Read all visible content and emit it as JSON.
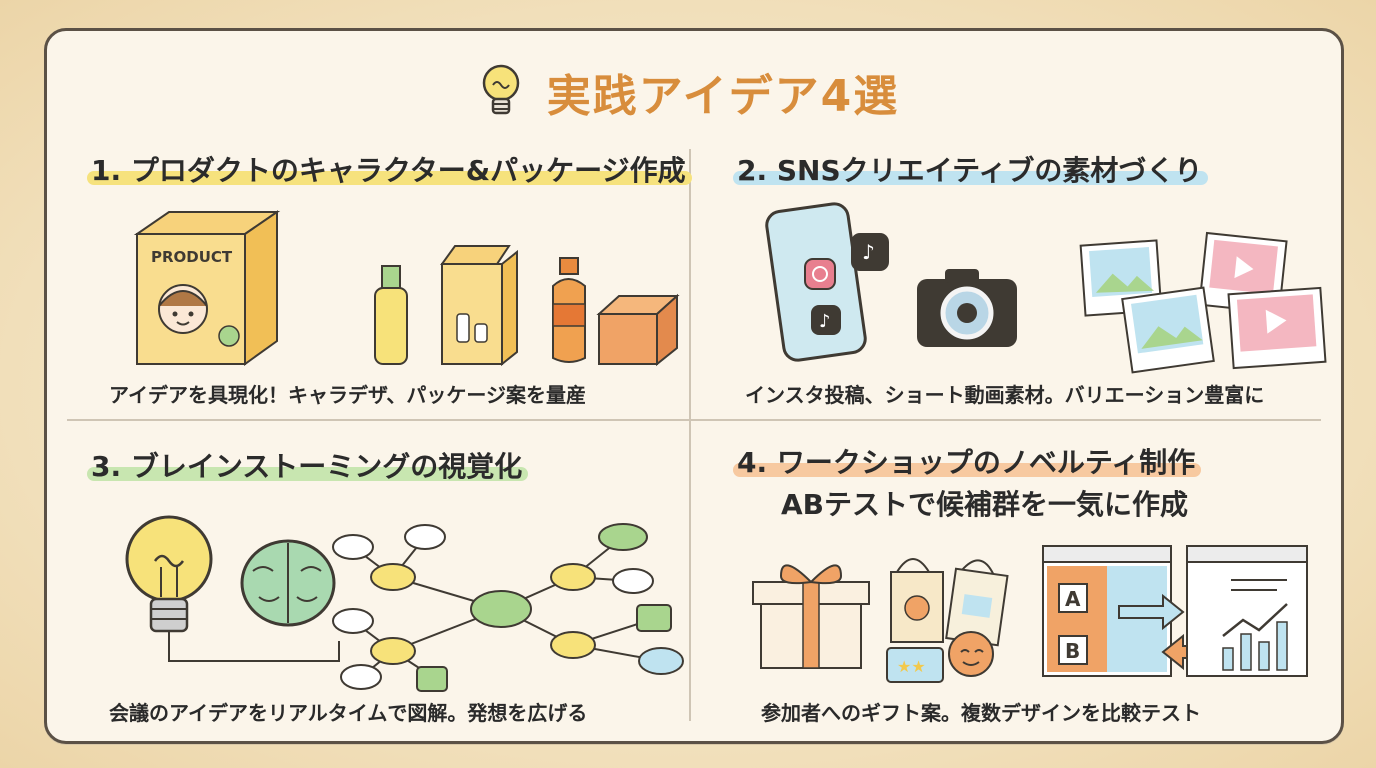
{
  "header": {
    "title": "実践アイデア4選",
    "icon": "lightbulb-icon"
  },
  "panels": [
    {
      "heading": "1. プロダクトのキャラクター&パッケージ作成",
      "caption": "アイデアを具現化！キャラデザ、パッケージ案を量産",
      "product_label": "PRODUCT"
    },
    {
      "heading": "2. SNSクリエイティブの素材づくり",
      "caption": "インスタ投稿、ショート動画素材。バリエーション豊富に"
    },
    {
      "heading": "3. ブレインストーミングの視覚化",
      "caption": "会議のアイデアをリアルタイムで図解。発想を広げる"
    },
    {
      "heading_line1": "4. ワークショップのノベルティ制作",
      "heading_line2": "ABテストで候補群を一気に作成",
      "caption": "参加者へのギフト案。複数デザインを比較テスト",
      "ab_a": "A",
      "ab_b": "B"
    }
  ],
  "colors": {
    "title": "#d88d3c",
    "highlight_yellow": "#f6e27d",
    "highlight_blue": "#bfe3f0",
    "highlight_green": "#c8e6b0",
    "highlight_orange": "#f7c9a0"
  }
}
